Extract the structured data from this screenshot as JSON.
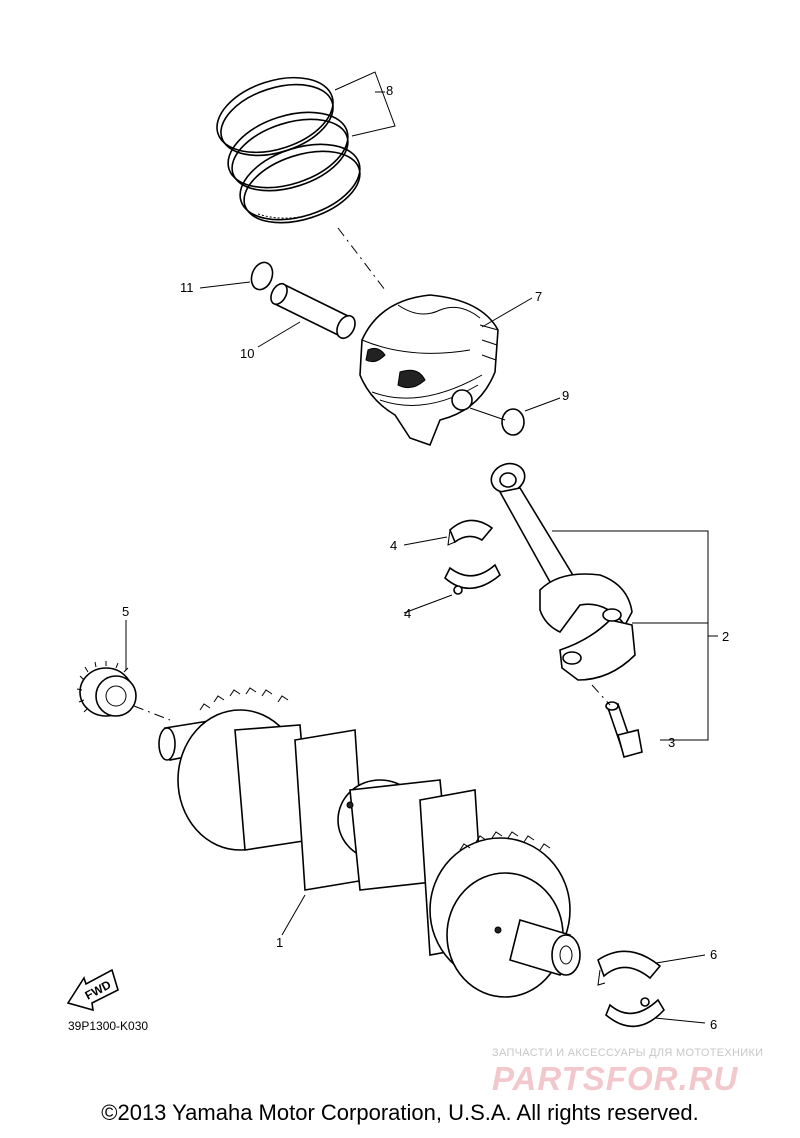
{
  "diagram": {
    "callouts": {
      "c1": "1",
      "c2": "2",
      "c3": "3",
      "c4a": "4",
      "c4b": "4",
      "c5": "5",
      "c6a": "6",
      "c6b": "6",
      "c7": "7",
      "c8": "8",
      "c9": "9",
      "c10": "10",
      "c11": "11"
    },
    "diagram_code": "39P1300-K030",
    "fwd_label": "FWD",
    "watermark": {
      "line1": "ЗАПЧАСТИ И АКСЕССУАРЫ ДЛЯ МОТОТЕХНИКИ",
      "line2": "PARTSFOR.RU"
    }
  },
  "footer": {
    "copyright": "©2013 Yamaha Motor Corporation, U.S.A. All rights reserved."
  }
}
